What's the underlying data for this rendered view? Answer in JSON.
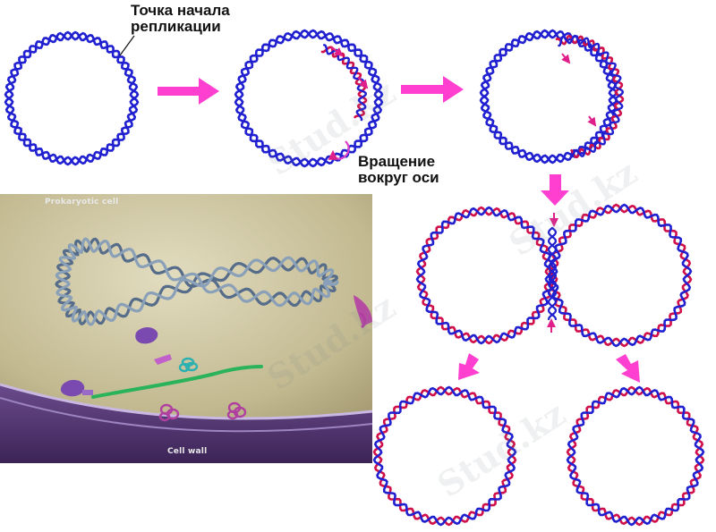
{
  "labels": {
    "origin": "Точка начала",
    "origin_line2": "репликации",
    "rotation": "Вращение",
    "rotation_line2": "вокруг оси",
    "prokaryotic_cell": "Prokaryotic cell",
    "cell_wall": "Cell wall"
  },
  "watermark": "Stud.kz",
  "colors": {
    "parent_strand": "#2020d0",
    "new_strand": "#d0104a",
    "arrow": "#ff3fd0",
    "cell_bg": "#c8c09a",
    "membrane": "#6a4a8a",
    "plasmid": "#b040a0",
    "protein": "#7a4ab0",
    "fiber": "#2ab35a"
  },
  "icons": [
    "process-arrow",
    "rotation-arrow",
    "fork-arrow"
  ]
}
